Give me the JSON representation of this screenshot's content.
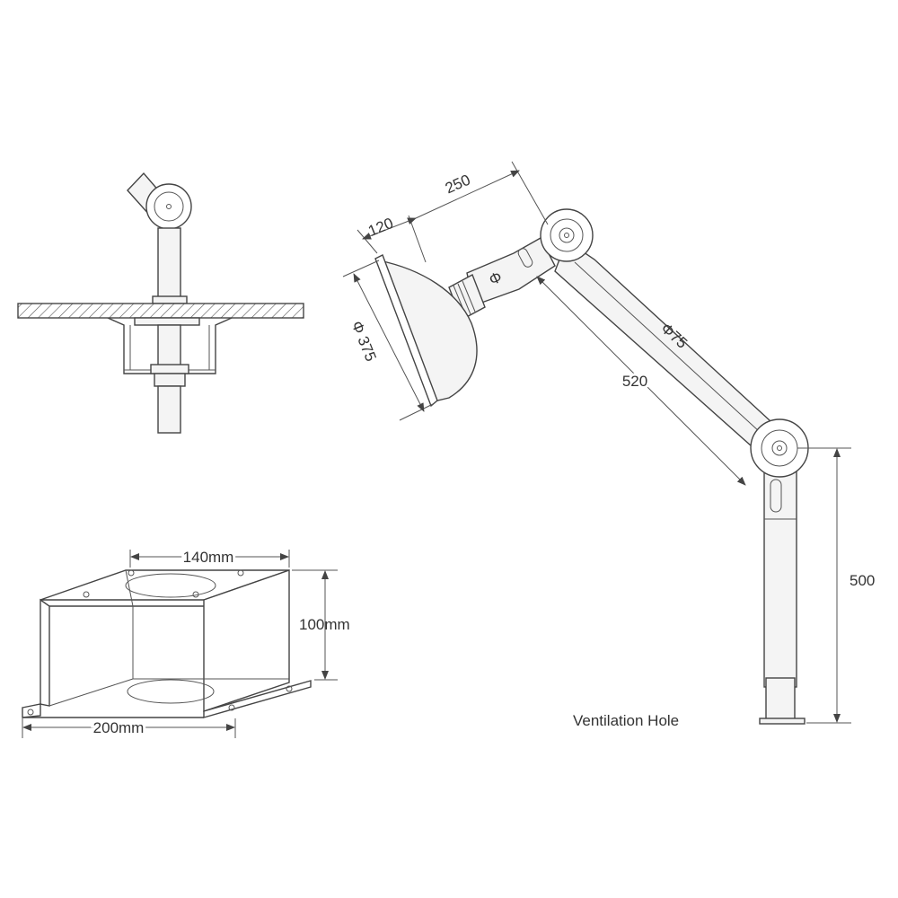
{
  "dimensions": {
    "arm_top_length": "250",
    "hood_depth": "120",
    "hood_diameter": "Φ 375",
    "tube_diameter": "Φ75",
    "arm_lower_length": "520",
    "column_height": "500",
    "bracket_top_width": "140mm",
    "bracket_height": "100mm",
    "bracket_base_width": "200mm"
  },
  "labels": {
    "ventilation_hole": "Ventilation Hole"
  },
  "colors": {
    "line": "#444444",
    "fill": "#f4f4f4",
    "text": "#333333"
  }
}
